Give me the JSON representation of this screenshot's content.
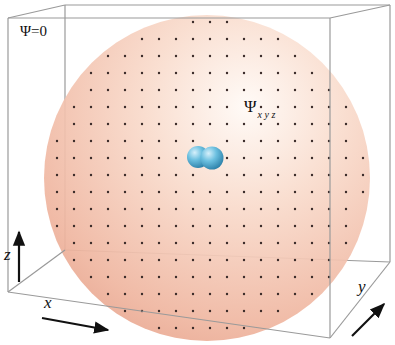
{
  "diagram": {
    "labels": [
      "Ψ=0",
      "Ψ",
      "x y z",
      "z",
      "x",
      "y"
    ]
  }
}
